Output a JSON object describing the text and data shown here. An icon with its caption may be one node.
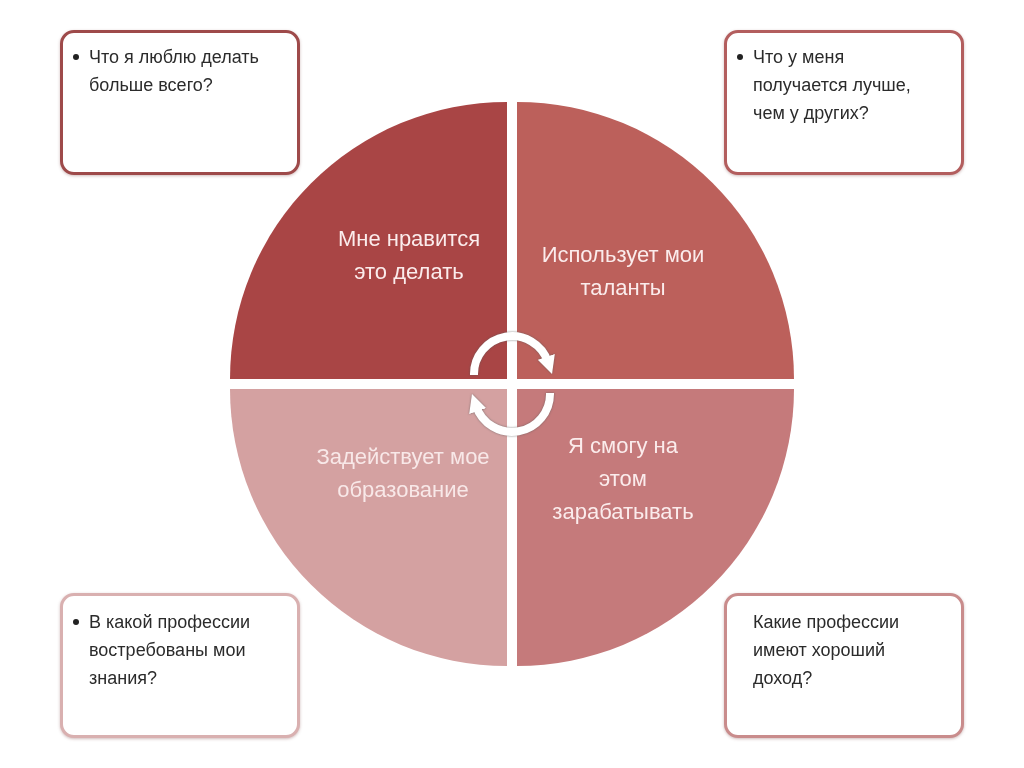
{
  "diagram": {
    "nodes": [
      {
        "text": [
          "Что я люблю делать больше всего?"
        ]
      },
      {
        "text": [
          "Что у меня получается лучше, чем у других?"
        ]
      },
      {
        "text": [
          "Мне нравится это делать"
        ]
      },
      {
        "text": [
          "Использует мои таланты"
        ]
      },
      {
        "text": [
          "Задействует мое образование"
        ]
      },
      {
        "text": [
          "Я смогу на этом зарабатывать"
        ]
      },
      {
        "text": [
          "В какой профессии востребованы мои знания?"
        ]
      },
      {
        "text": [
          "Какие профессии имеют хороший доход?"
        ]
      }
    ],
    "edges": [
      {
        "from": 2,
        "to": 3,
        "arrow": "to"
      },
      {
        "from": 5,
        "to": 4,
        "arrow": "to"
      }
    ]
  }
}
